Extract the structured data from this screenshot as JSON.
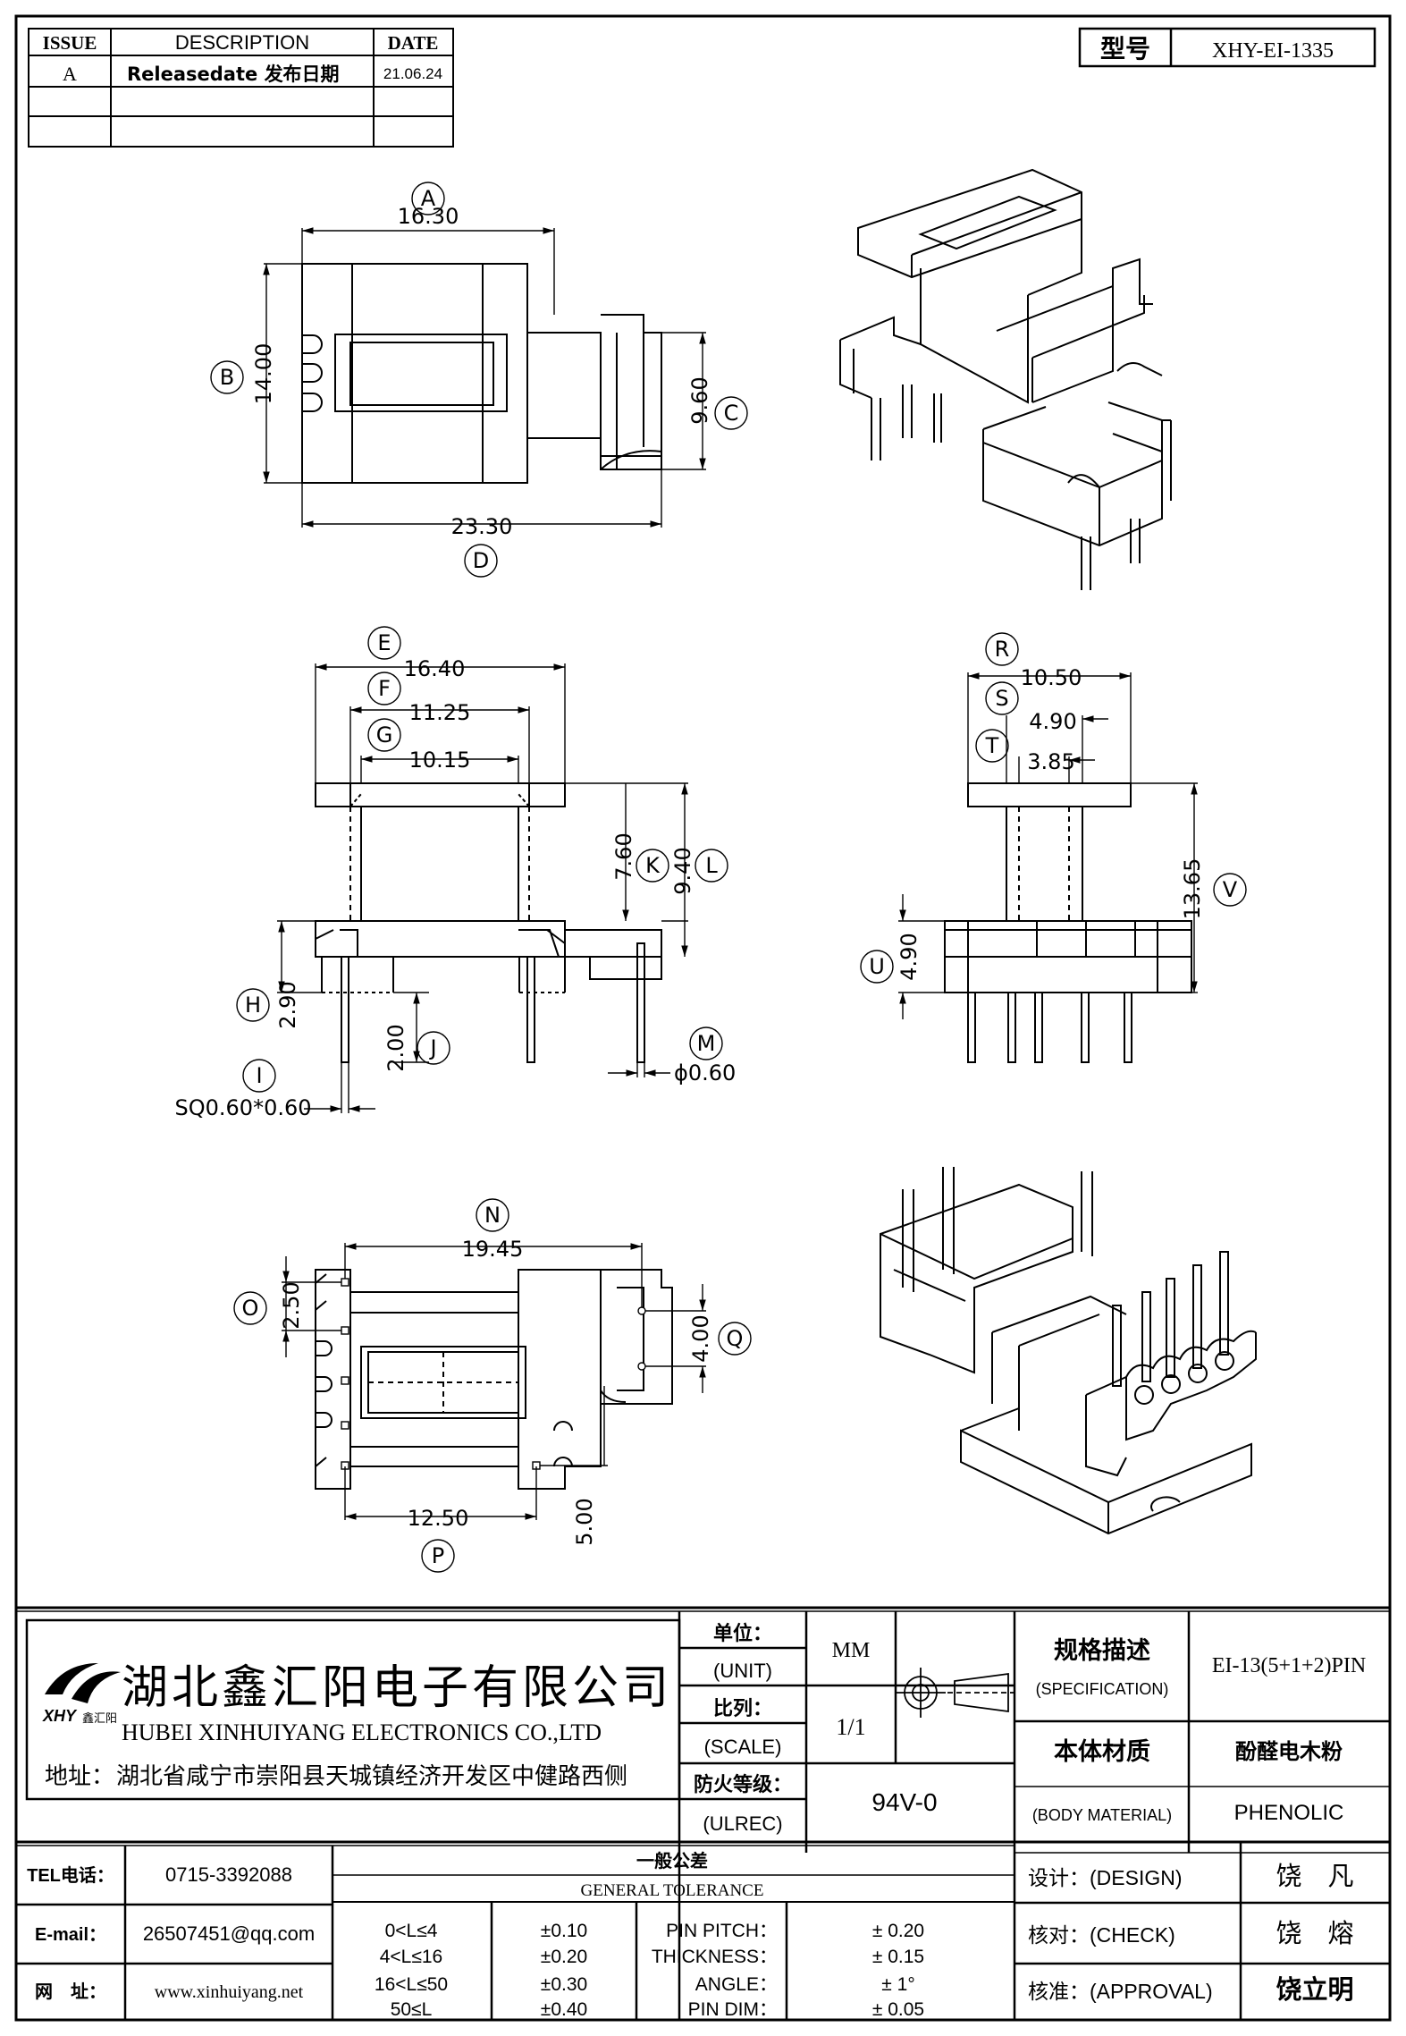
{
  "revision_table": {
    "headers": [
      "ISSUE",
      "DESCRIPTION",
      "DATE"
    ],
    "rows": [
      {
        "issue": "A",
        "description": "Releasedate 发布日期",
        "date": "21.06.24"
      },
      {
        "issue": "",
        "description": "",
        "date": ""
      },
      {
        "issue": "",
        "description": "",
        "date": ""
      }
    ]
  },
  "model": {
    "label": "型号",
    "value": "XHY-EI-1335"
  },
  "views": {
    "top": {
      "dims": [
        {
          "letter": "A",
          "value": "16.30"
        },
        {
          "letter": "B",
          "value": "14.00"
        },
        {
          "letter": "C",
          "value": "9.60"
        },
        {
          "letter": "D",
          "value": "23.30"
        }
      ]
    },
    "front": {
      "dims": [
        {
          "letter": "E",
          "value": "16.40"
        },
        {
          "letter": "F",
          "value": "11.25"
        },
        {
          "letter": "G",
          "value": "10.15"
        },
        {
          "letter": "K",
          "value": "7.60"
        },
        {
          "letter": "L",
          "value": "9.40"
        },
        {
          "letter": "H",
          "value": "2.90"
        },
        {
          "letter": "J",
          "value": "2.00"
        },
        {
          "letter": "I",
          "value": "SQ0.60*0.60"
        },
        {
          "letter": "M",
          "value": "ϕ0.60"
        }
      ]
    },
    "side": {
      "dims": [
        {
          "letter": "R",
          "value": "10.50"
        },
        {
          "letter": "S",
          "value": "4.90"
        },
        {
          "letter": "T",
          "value": "3.85"
        },
        {
          "letter": "V",
          "value": "13.65"
        },
        {
          "letter": "U",
          "value": "4.90"
        }
      ]
    },
    "bottom": {
      "dims": [
        {
          "letter": "N",
          "value": "19.45"
        },
        {
          "letter": "O",
          "value": "2.50"
        },
        {
          "letter": "Q",
          "value": "4.00"
        },
        {
          "letter": "P",
          "value": "12.50"
        },
        {
          "letter": "",
          "value": "5.00"
        }
      ]
    }
  },
  "company": {
    "name_cn": "湖北鑫汇阳电子有限公司",
    "name_en": "HUBEI XINHUIYANG ELECTRONICS CO.,LTD",
    "logo_text": "XHY",
    "logo_sub": "鑫汇阳",
    "address_label": "地址：",
    "address": "湖北省咸宁市崇阳县天城镇经济开发区中健路西侧",
    "tel_label": "TEL电话：",
    "tel": "0715-3392088",
    "email_label": "E-mail：",
    "email": "26507451@qq.com",
    "web_label": "网　址：",
    "web": "www.xinhuiyang.net"
  },
  "title_block": {
    "unit_cn": "单位：",
    "unit_en": "(UNIT)",
    "unit_value": "MM",
    "scale_cn": "比列：",
    "scale_en": "(SCALE)",
    "scale_value": "1/1",
    "ulrec_cn": "防火等级：",
    "ulrec_en": "(ULREC)",
    "ulrec_value": "94V-0",
    "spec_cn": "规格描述",
    "spec_en": "(SPECIFICATION)",
    "spec_value": "EI-13(5+1+2)PIN",
    "material_cn": "本体材质",
    "material_en": "(BODY MATERIAL)",
    "material_value_cn": "酚醛电木粉",
    "material_value_en": "PHENOLIC",
    "design_label": "设计：(DESIGN)",
    "design_name": "饶　凡",
    "check_label": "核对：(CHECK)",
    "check_name": "饶　熔",
    "approval_label": "核准：(APPROVAL)",
    "approval_name": "饶立明"
  },
  "tolerance": {
    "title_cn": "一般公差",
    "title_en": "GENERAL TOLERANCE",
    "ranges": [
      {
        "range": "0<L≤4",
        "tol": "±0.10"
      },
      {
        "range": "4<L≤16",
        "tol": "±0.20"
      },
      {
        "range": "16<L≤50",
        "tol": "±0.30"
      },
      {
        "range": "50≤L",
        "tol": "±0.40"
      }
    ],
    "extra": [
      {
        "label": "PIN PITCH：",
        "tol": "±  0.20"
      },
      {
        "label": "THICKNESS：",
        "tol": "±  0.15"
      },
      {
        "label": "ANGLE：",
        "tol": "±  1°"
      },
      {
        "label": "PIN DIM：",
        "tol": "±  0.05"
      }
    ]
  }
}
